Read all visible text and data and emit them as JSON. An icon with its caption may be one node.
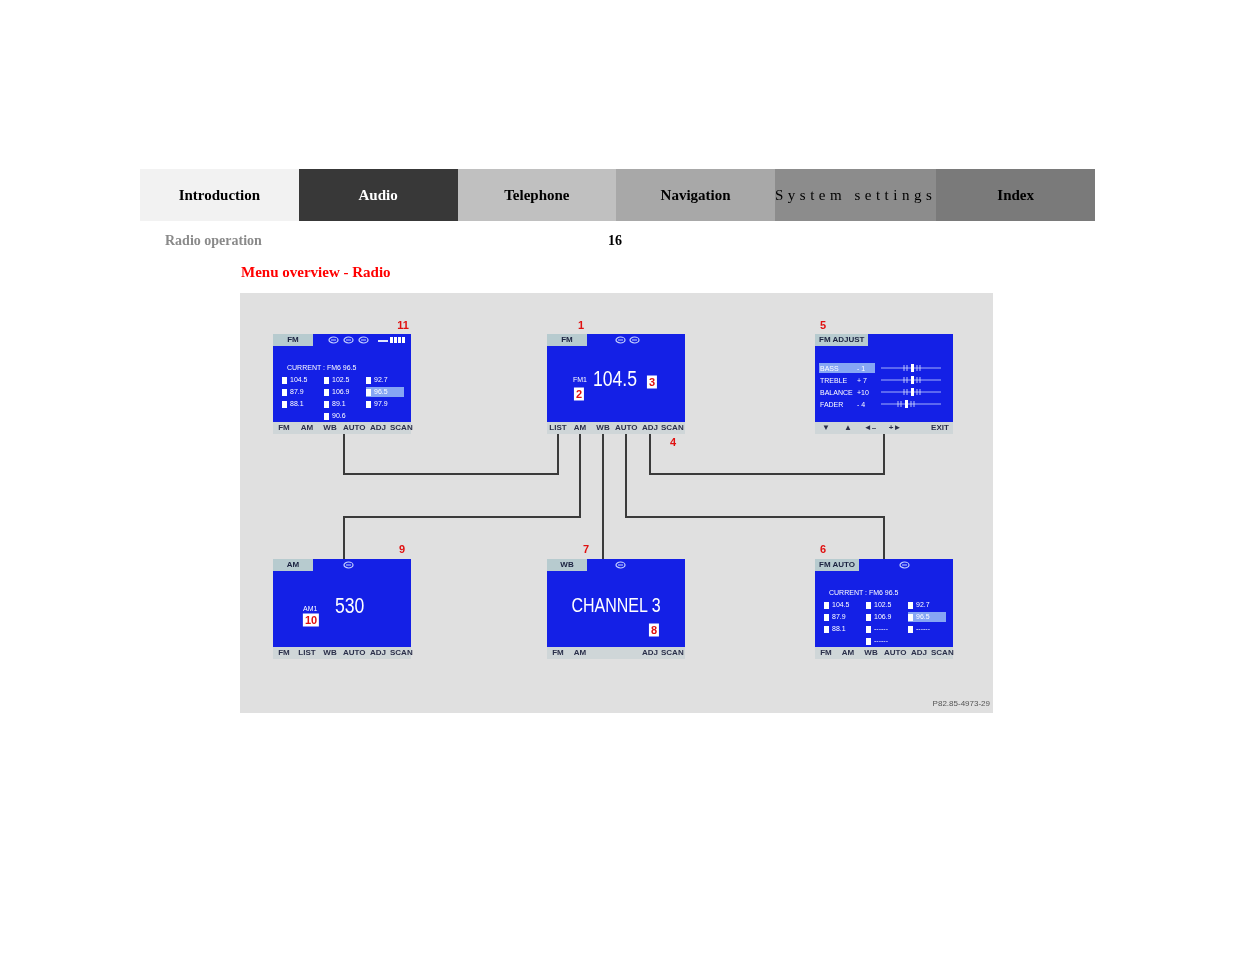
{
  "diagram": {
    "title": "Menu overview - Radio",
    "nodes": [
      {
        "text": [
          "FM",
          "CURRENT : FM6 96.5",
          "104.5",
          "102.5",
          "92.7",
          "87.9",
          "106.9",
          "96.5",
          "88.1",
          "89.1",
          "97.9",
          "90.6"
        ]
      },
      {
        "text": [
          "FM"
        ],
        "in": 0
      },
      {
        "text": [
          "AM"
        ],
        "in": 0
      },
      {
        "text": [
          "WB"
        ],
        "in": 0
      },
      {
        "text": [
          "AUTO"
        ],
        "in": 0
      },
      {
        "text": [
          "ADJ"
        ],
        "in": 0
      },
      {
        "text": [
          "SCAN"
        ],
        "in": 0
      },
      {
        "text": [
          "FM",
          "FM1",
          "104.5"
        ]
      },
      {
        "text": [
          "LIST"
        ],
        "in": 7
      },
      {
        "text": [
          "AM"
        ],
        "in": 7
      },
      {
        "text": [
          "WB"
        ],
        "in": 7
      },
      {
        "text": [
          "AUTO"
        ],
        "in": 7
      },
      {
        "text": [
          "ADJ"
        ],
        "in": 7
      },
      {
        "text": [
          "SCAN"
        ],
        "in": 7
      },
      {
        "text": [
          "FM ADJUST",
          "BASS",
          "- 1",
          "TREBLE",
          "+ 7",
          "BALANCE",
          "+10",
          "FADER",
          "- 4"
        ]
      },
      {
        "text": [
          "▼"
        ],
        "in": 14
      },
      {
        "text": [
          "▲"
        ],
        "in": 14
      },
      {
        "text": [
          "◄–"
        ],
        "in": 14
      },
      {
        "text": [
          "+►"
        ],
        "in": 14
      },
      {
        "text": [
          "EXIT"
        ],
        "in": 14
      },
      {
        "text": [
          "AM",
          "AM1",
          "530"
        ]
      },
      {
        "text": [
          "FM"
        ],
        "in": 20
      },
      {
        "text": [
          "LIST"
        ],
        "in": 20
      },
      {
        "text": [
          "WB"
        ],
        "in": 20
      },
      {
        "text": [
          "AUTO"
        ],
        "in": 20
      },
      {
        "text": [
          "ADJ"
        ],
        "in": 20
      },
      {
        "text": [
          "SCAN"
        ],
        "in": 20
      },
      {
        "text": [
          "WB",
          "CHANNEL 3"
        ]
      },
      {
        "text": [
          "FM"
        ],
        "in": 27
      },
      {
        "text": [
          "AM"
        ],
        "in": 27
      },
      {
        "text": [
          "ADJ"
        ],
        "in": 27
      },
      {
        "text": [
          "SCAN"
        ],
        "in": 27
      },
      {
        "text": [
          "FM AUTO",
          "CURRENT : FM6 96.5",
          "104.5",
          "102.5",
          "92.7",
          "87.9",
          "106.9",
          "96.5",
          "88.1",
          "------",
          "------",
          "------"
        ]
      },
      {
        "text": [
          "FM"
        ],
        "in": 32
      },
      {
        "text": [
          "AM"
        ],
        "in": 32
      },
      {
        "text": [
          "WB"
        ],
        "in": 32
      },
      {
        "text": [
          "AUTO"
        ],
        "in": 32
      },
      {
        "text": [
          "ADJ"
        ],
        "in": 32
      },
      {
        "text": [
          "SCAN"
        ],
        "in": 32
      }
    ],
    "edges": [
      {
        "from": 8,
        "to": 0,
        "arrow": "none"
      },
      {
        "from": 9,
        "to": 20,
        "arrow": "none"
      },
      {
        "from": 10,
        "to": 27,
        "arrow": "none"
      },
      {
        "from": 11,
        "to": 32,
        "arrow": "none"
      },
      {
        "from": 12,
        "to": 14,
        "arrow": "none"
      }
    ],
    "labels": [
      "Introduction",
      "Audio",
      "Telephone",
      "Navigation",
      "System settings",
      "Index",
      "Radio operation",
      "16",
      "11",
      "1",
      "5",
      "2",
      "3",
      "4",
      "9",
      "7",
      "6",
      "10",
      "8",
      "P82.85-4973-29"
    ]
  }
}
